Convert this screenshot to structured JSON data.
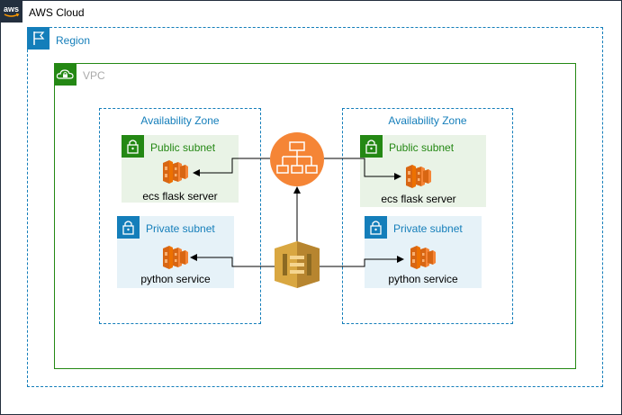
{
  "cloud": {
    "label": "AWS Cloud",
    "logo_text": "aws"
  },
  "region": {
    "label": "Region"
  },
  "vpc": {
    "label": "VPC"
  },
  "zones": [
    {
      "label": "Availability Zone",
      "public_subnet": {
        "label": "Public subnet",
        "service": "ecs flask server"
      },
      "private_subnet": {
        "label": "Private subnet",
        "service": "python service"
      }
    },
    {
      "label": "Availability Zone",
      "public_subnet": {
        "label": "Public subnet",
        "service": "ecs flask server"
      },
      "private_subnet": {
        "label": "Private subnet",
        "service": "python service"
      }
    }
  ],
  "icons": {
    "load_balancer": "load-balancer-icon",
    "queue": "sqs-queue-icon",
    "container": "ecs-container-icon",
    "lock": "lock-icon"
  },
  "colors": {
    "cloud_border": "#232f3e",
    "region": "#147eba",
    "vpc": "#248814",
    "public_subnet_bg": "#e9f3e6",
    "private_subnet_bg": "#e6f2f8",
    "ecs_orange": "#ed7100",
    "elb_orange": "#f58536",
    "sqs_orange": "#d9a741"
  }
}
